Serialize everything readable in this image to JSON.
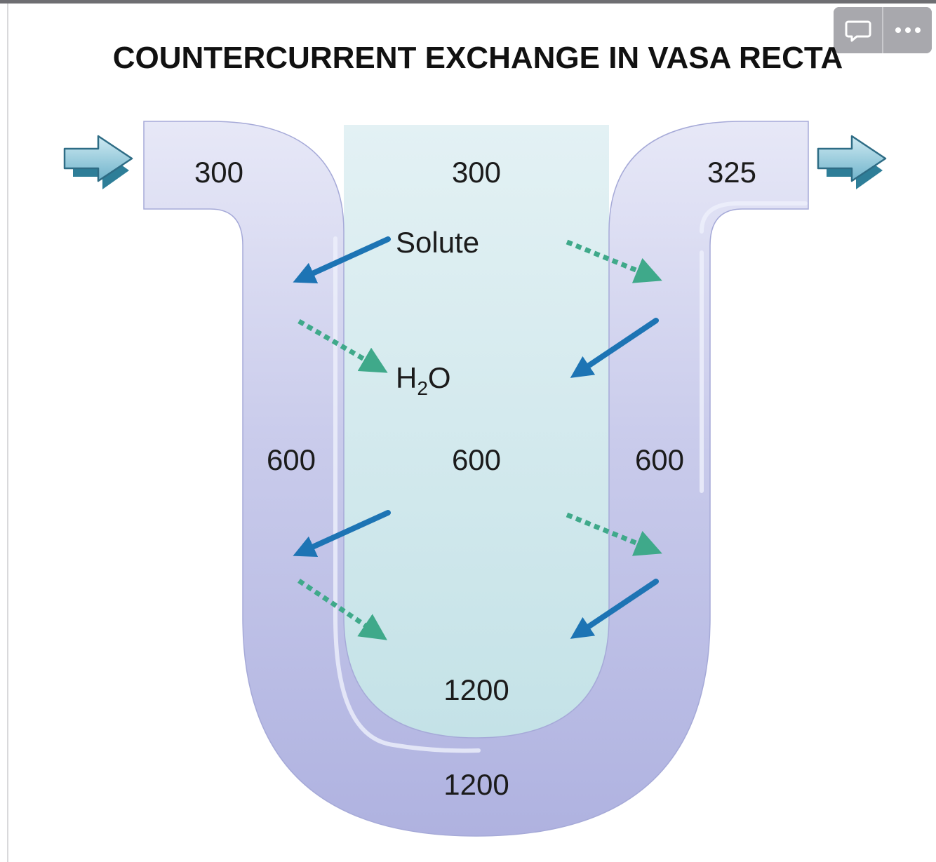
{
  "title": "COUNTERCURRENT EXCHANGE IN VASA RECTA",
  "labels": {
    "inlet_top": "300",
    "interstitial_top": "300",
    "outlet_top": "325",
    "descending_mid": "600",
    "interstitial_mid": "600",
    "ascending_mid": "600",
    "interstitial_bottom": "1200",
    "vessel_bottom": "1200",
    "solute": "Solute",
    "h2o_h": "H",
    "h2o_sub": "2",
    "h2o_o": "O"
  },
  "toolbar": {
    "comment_icon": "speech-bubble-icon",
    "more_icon": "ellipsis-icon"
  },
  "colors": {
    "vessel": "#b9bde6",
    "interstitium": "#cfe8ec",
    "solute_arrow": "#1d74b4",
    "water_arrow": "#3fa98a",
    "flow_arrow": "#7fc2d6"
  }
}
